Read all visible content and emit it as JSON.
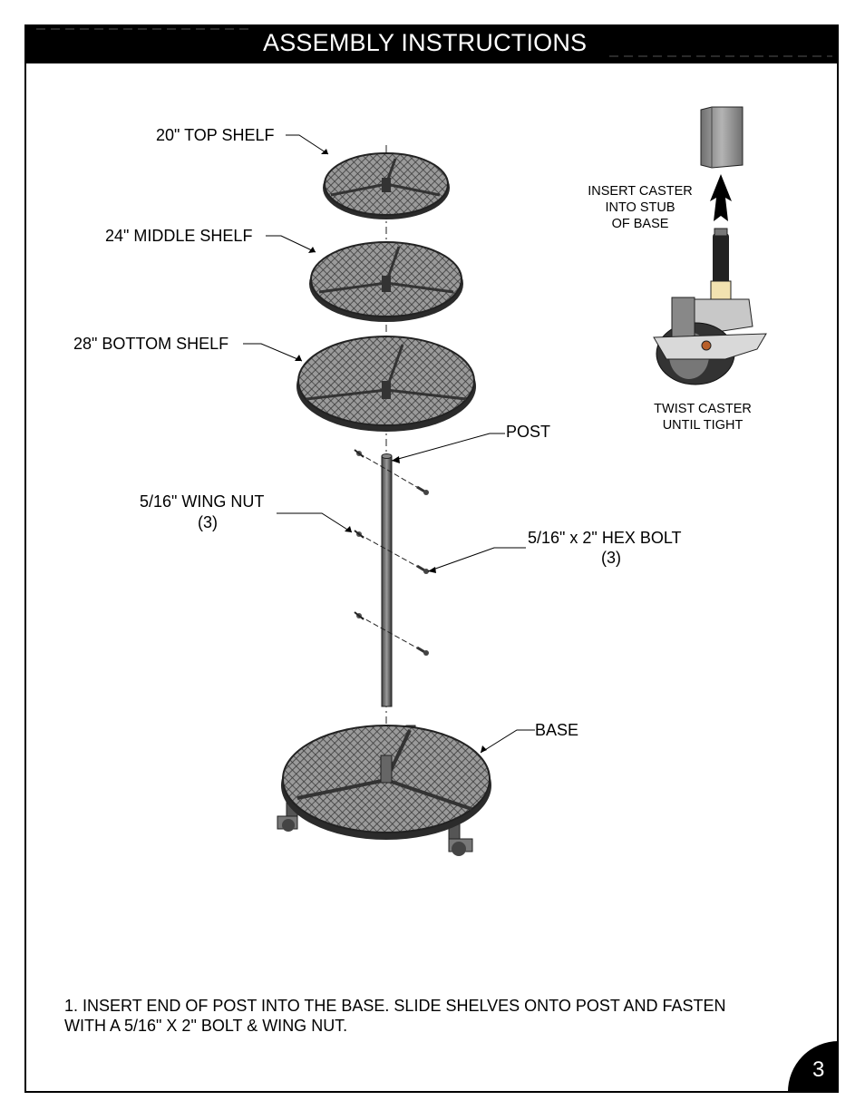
{
  "header": {
    "title": "ASSEMBLY INSTRUCTIONS"
  },
  "labels": {
    "top_shelf": "20\" TOP SHELF",
    "middle_shelf": "24\" MIDDLE SHELF",
    "bottom_shelf": "28\" BOTTOM SHELF",
    "post": "POST",
    "wing_nut": "5/16\" WING NUT",
    "wing_nut_qty": "(3)",
    "hex_bolt": "5/16\" x 2\" HEX BOLT",
    "hex_bolt_qty": "(3)",
    "base": "BASE"
  },
  "caster": {
    "insert_line1": "INSERT CASTER",
    "insert_line2": "INTO STUB",
    "insert_line3": "OF BASE",
    "twist_line1": "TWIST CASTER",
    "twist_line2": "UNTIL TIGHT"
  },
  "instructions": {
    "step1_line1": "1. INSERT END OF POST INTO THE BASE. SLIDE SHELVES ONTO  POST AND FASTEN",
    "step1_line2": "WITH A 5/16\" X 2\" BOLT & WING NUT."
  },
  "page_number": "3"
}
